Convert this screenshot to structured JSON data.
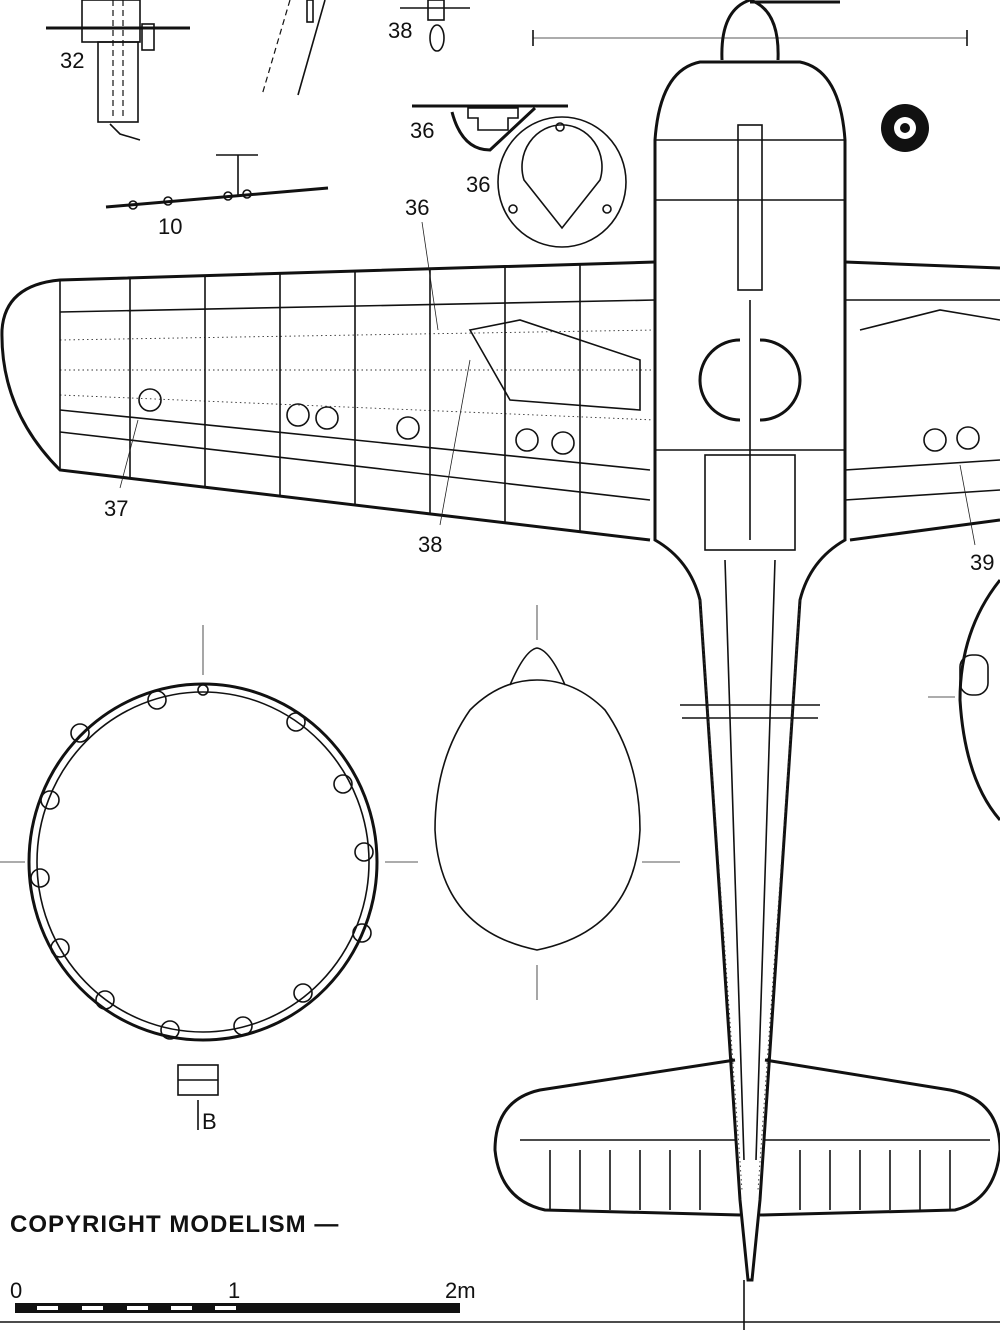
{
  "labels": {
    "detail_32": "32",
    "detail_38_top": "38",
    "detail_36_a": "36",
    "detail_36_b": "36",
    "detail_10": "10",
    "callout_36": "36",
    "callout_37": "37",
    "callout_38": "38",
    "callout_39": "39",
    "section_b": "B"
  },
  "copyright": "COPYRIGHT  MODELISM  —",
  "scale_bar": {
    "label_0": "0",
    "label_1": "1",
    "label_2": "2m"
  },
  "colors": {
    "ink": "#111111",
    "paper": "#ffffff"
  }
}
